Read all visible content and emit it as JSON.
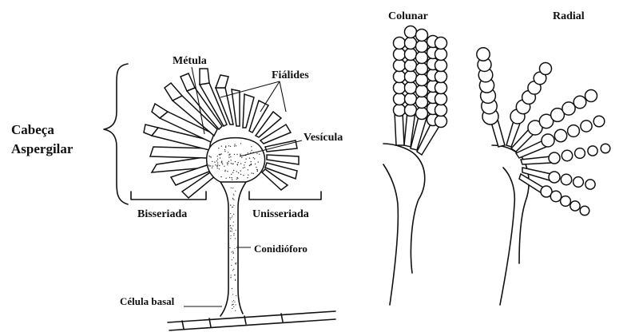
{
  "figure": {
    "labels": {
      "cabeca_line1": "Cabeça",
      "cabeca_line2": "Aspergilar",
      "metula": "Métula",
      "fialides": "Fiálides",
      "vesicula": "Vesícula",
      "bisseriada": "Bisseriada",
      "unisseriada": "Unisseriada",
      "conidioforo": "Conidióforo",
      "celula_basal": "Célula basal",
      "colunar": "Colunar",
      "radial": "Radial"
    },
    "colors": {
      "ink": "#111111",
      "paper": "#ffffff"
    }
  }
}
